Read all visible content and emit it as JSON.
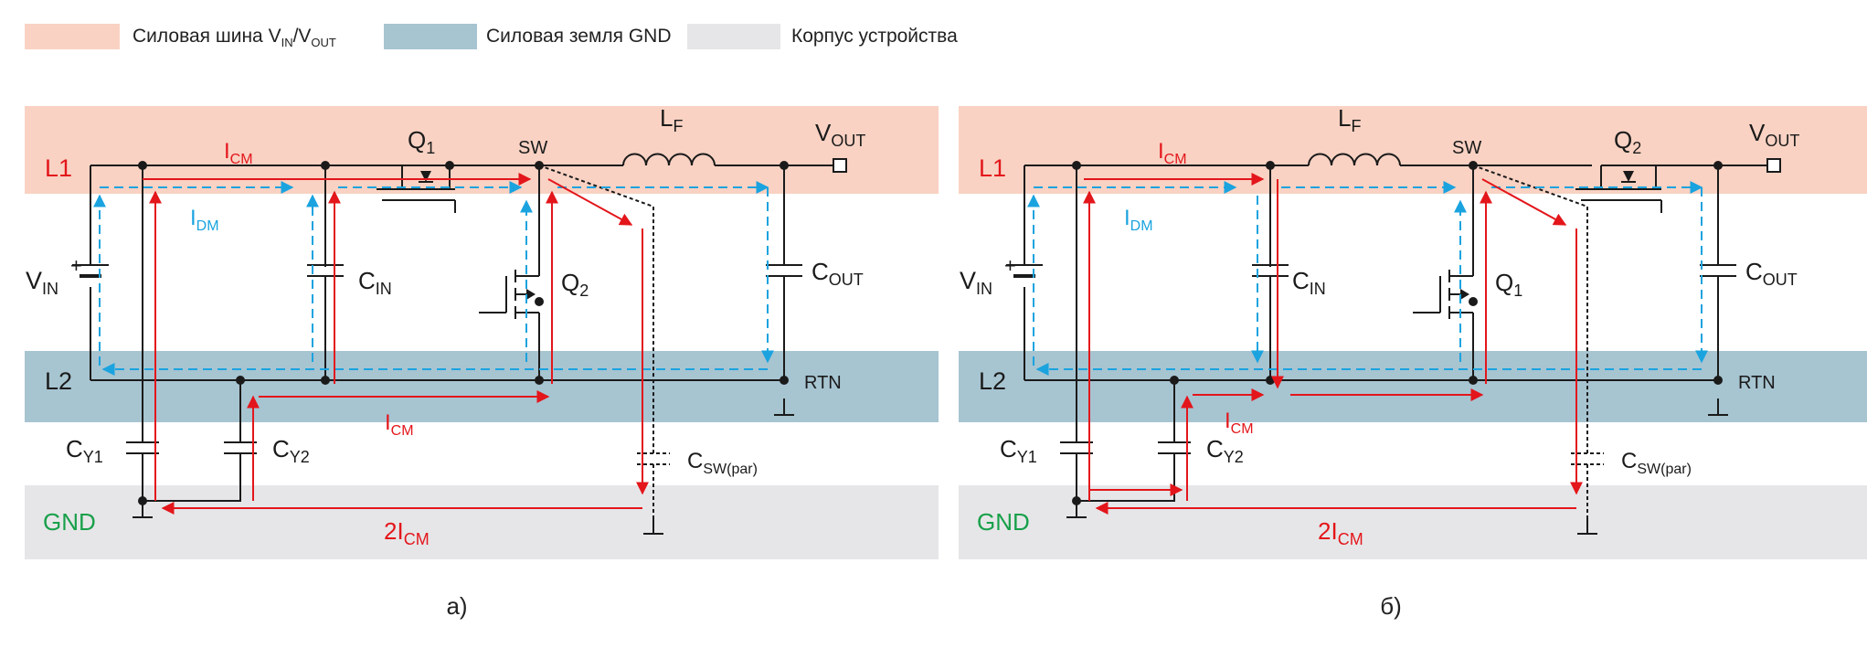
{
  "legend": [
    {
      "label": "Силовая шина",
      "v_in_sub": "IN",
      "v_out_sub": "OUT",
      "color": "#f9d2c3"
    },
    {
      "label": "Силовая земля GND",
      "color": "#a7c4d1"
    },
    {
      "label": "Корпус устройства",
      "color": "#e6e6e8"
    }
  ],
  "colors": {
    "power_bus": "#f9d2c3",
    "power_gnd": "#a7c4d1",
    "chassis": "#e6e6e8",
    "wire": "#1a1a1a",
    "cm_current": "#e3161b",
    "dm_current": "#1aa3df",
    "gnd_label": "#18a04a",
    "line_label": "#e3161b"
  },
  "labels": {
    "L1": "L1",
    "L2": "L2",
    "GND": "GND",
    "RTN": "RTN",
    "SW": "SW",
    "I": "I",
    "CM": "CM",
    "DM": "DM",
    "two": "2",
    "V": "V",
    "IN": "IN",
    "OUT": "OUT",
    "C": "C",
    "Y1": "Y1",
    "Y2": "Y2",
    "SWpar": "SW(par)",
    "L": "L",
    "F": "F",
    "Q": "Q",
    "one": "1",
    "two_sub": "2",
    "plus": "+"
  },
  "panels": [
    {
      "caption": "а)"
    },
    {
      "caption": "б)"
    }
  ]
}
